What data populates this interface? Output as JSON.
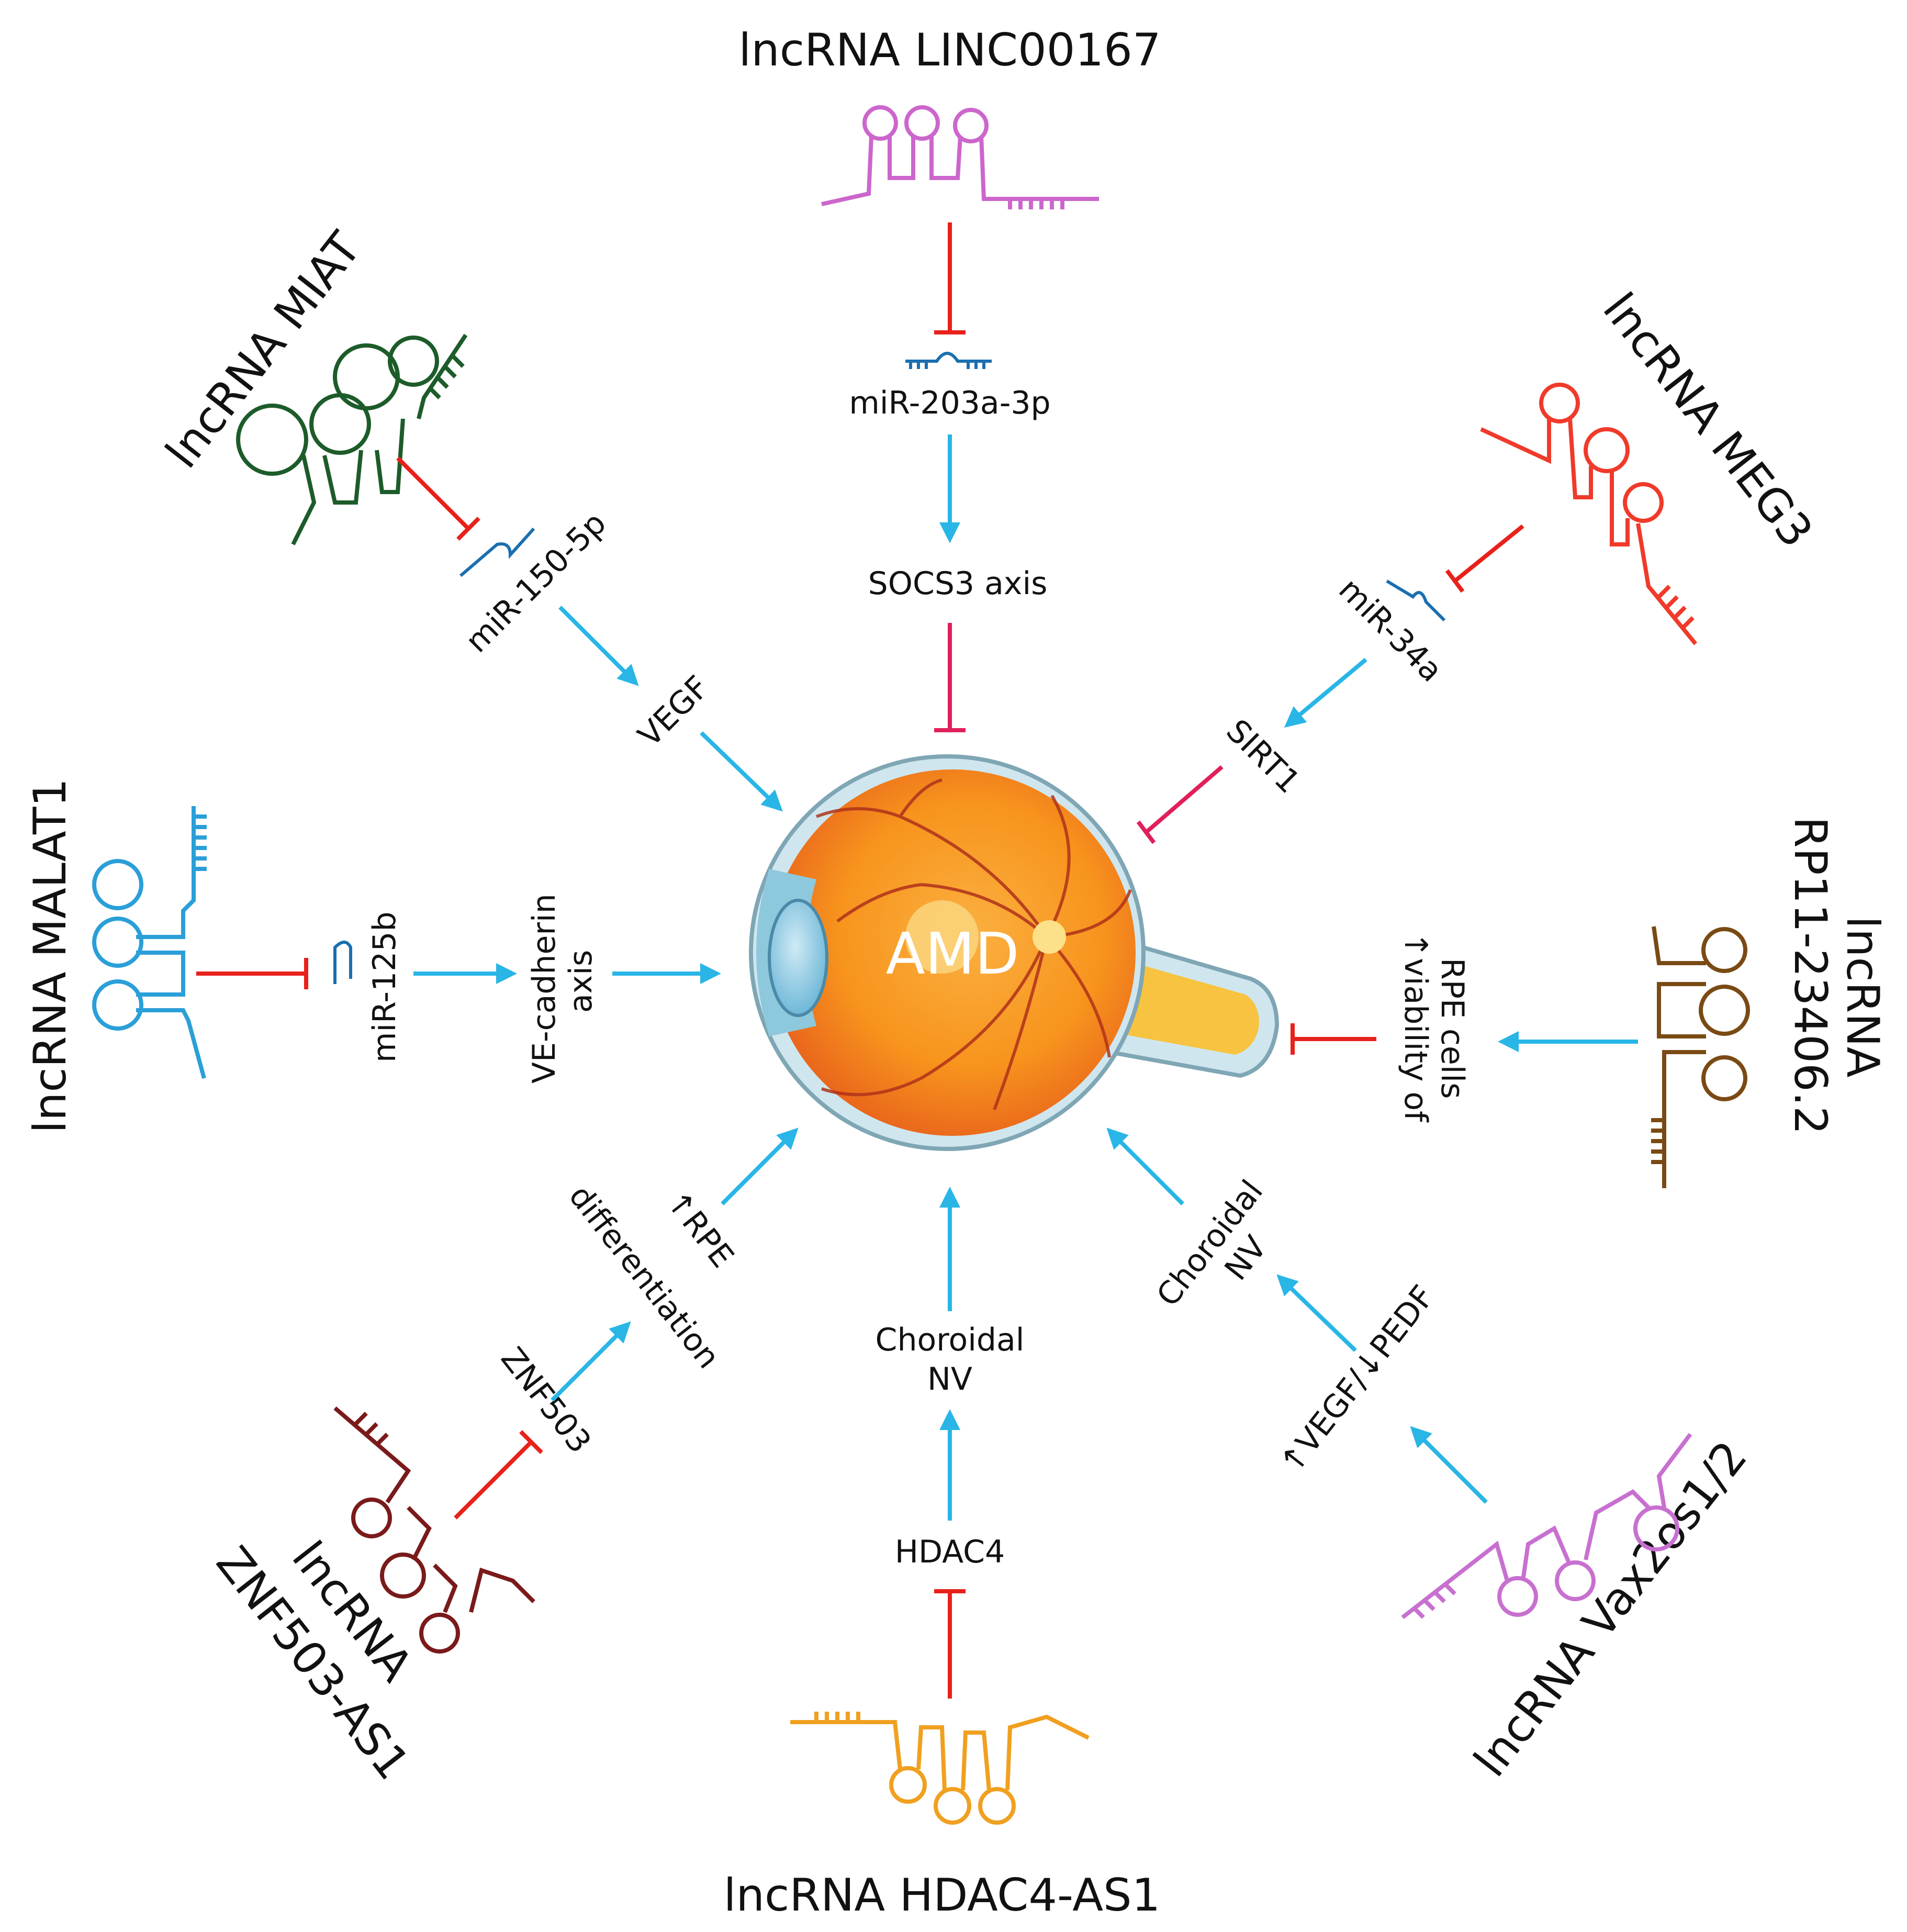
{
  "center": {
    "label": "AMD"
  },
  "lncrnas": {
    "linc00167": "lncRNA LINC00167",
    "miat": "lncRNA MIAT",
    "meg3": "lncRNA MEG3",
    "malat1": "lncRNA MALAT1",
    "rp11_l1": "lncRNA",
    "rp11_l2": "RP11-23406.2",
    "znf503_l1": "lncRNA",
    "znf503_l2": "ZNF503-AS1",
    "hdac4as1": "lncRNA HDAC4-AS1",
    "vax2": "lncRNA Vax2os1/2"
  },
  "targets": {
    "mir203": "miR-203a-3p",
    "socs3": "SOCS3 axis",
    "mir150": "miR-150-5p",
    "vegf": "VEGF",
    "mir34a": "miR-34a",
    "sirt1": "SIRT1",
    "mir125b": "miR-125b",
    "vecad_l1": "VE-cadherin",
    "vecad_l2": "axis",
    "viab_l1": "↑viability of",
    "viab_l2": "RPE cells",
    "rpe_l1": "↑RPE",
    "rpe_l2": "differentiation",
    "znf503": "ZNF503",
    "chnv_b_l1": "Choroidal",
    "chnv_b_l2": "NV",
    "hdac4": "HDAC4",
    "chnv_r_l1": "Choroidal",
    "chnv_r_l2": "NV",
    "vegfpedf": "↑VEGF/↓PEDF"
  },
  "colors": {
    "activation_arrow": "#29b6e6",
    "inhibition": "#e8211b",
    "inhibition_pink": "#e0205a",
    "linc00167": "#cc66cc",
    "miat": "#1d5c2a",
    "meg3": "#f03a2a",
    "malat1": "#2a9fd8",
    "rp11": "#7a4a14",
    "znf503": "#7a1a1a",
    "hdac4as1": "#f0a020",
    "vax2": "#c870d0",
    "mirna": "#1a6fb0",
    "eye_orange": "#f48a1c",
    "eye_sclera": "#cfe6ee"
  }
}
